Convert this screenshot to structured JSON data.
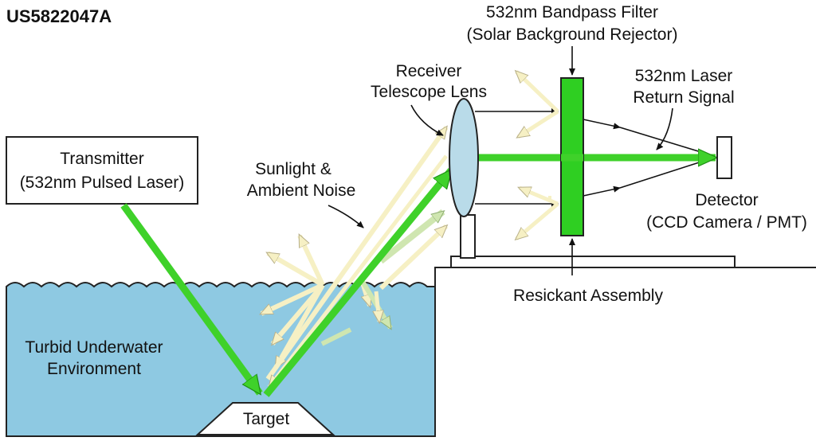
{
  "header": {
    "patent_id": "US5822047A"
  },
  "transmitter": {
    "line1": "Transmitter",
    "line2": "(532nm Pulsed Laser)"
  },
  "water": {
    "label_line1": "Turbid Underwater",
    "label_line2": "Environment"
  },
  "target": {
    "label": "Target"
  },
  "noise": {
    "line1": "Sunlight &",
    "line2": "Ambient Noise"
  },
  "lens": {
    "line1": "Receiver",
    "line2": "Telescope Lens"
  },
  "filter": {
    "line1": "532nm Bandpass Filter",
    "line2": "(Solar Background Rejector)"
  },
  "return_signal": {
    "line1": "532nm Laser",
    "line2": "Return Signal"
  },
  "detector": {
    "line1": "Detector",
    "line2": "(CCD Camera / PMT)"
  },
  "assembly": {
    "label": "Resickant Assembly"
  },
  "colors": {
    "water": "#8ec9e2",
    "laser_green": "#3fd12a",
    "laser_green_dark": "#1f8f14",
    "noise_cream": "#f6f0c4",
    "noise_outline": "#b8b08a",
    "lens_fill": "#b9dbe9",
    "filter_green": "#2fcf22"
  }
}
